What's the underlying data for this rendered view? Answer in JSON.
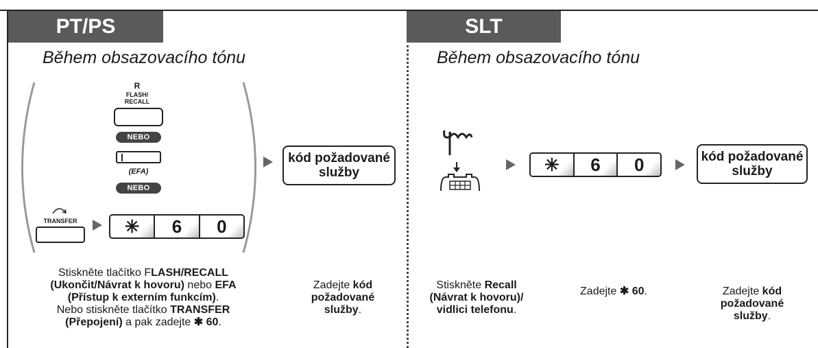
{
  "tabs": {
    "left": "PT/PS",
    "right": "SLT"
  },
  "subtitle": {
    "left": "Během obsazovacího tónu",
    "right": "Během obsazovacího tónu"
  },
  "flash_button": {
    "r": "R",
    "line1": "FLASH/",
    "line2": "RECALL"
  },
  "nebo": "NEBO",
  "efa_label": "(EFA)",
  "transfer_label": "TRANSFER",
  "keys": [
    "✳",
    "6",
    "0"
  ],
  "service_code": {
    "line1": "kód požadované",
    "line2": "služby"
  },
  "captions": {
    "left1": {
      "p1": "Stiskněte tlačítko F",
      "p2": "LASH/RECALL",
      "p3": "(Ukončit/Návrat k hovoru)",
      "p4": " nebo ",
      "p5": "EFA",
      "p6": "(Přístup k externím funkcím)",
      "p7": ".",
      "p8": "Nebo stiskněte tlačítko ",
      "p9": "TRANSFER",
      "p10": "(Přepojení)",
      "p11": " a pak zadejte ",
      "p12": "✱ 60",
      "p13": "."
    },
    "left2": {
      "p1": "Zadejte ",
      "p2": "kód",
      "p3": "požadované",
      "p4": "služby",
      "p5": "."
    },
    "right1": {
      "p1": "Stiskněte ",
      "p2": "Recall",
      "p3": "(Návrat k hovoru)/",
      "p4": "vidlici telefonu",
      "p5": "."
    },
    "right2": {
      "p1": "Zadejte ",
      "p2": "✱ 60",
      "p3": "."
    },
    "right3": {
      "p1": "Zadejte ",
      "p2": "kód",
      "p3": "požadované",
      "p4": "služby",
      "p5": "."
    }
  },
  "icons": {
    "hook": "hand-pressing-hookswitch-icon",
    "arrow": "right-arrow-icon"
  }
}
